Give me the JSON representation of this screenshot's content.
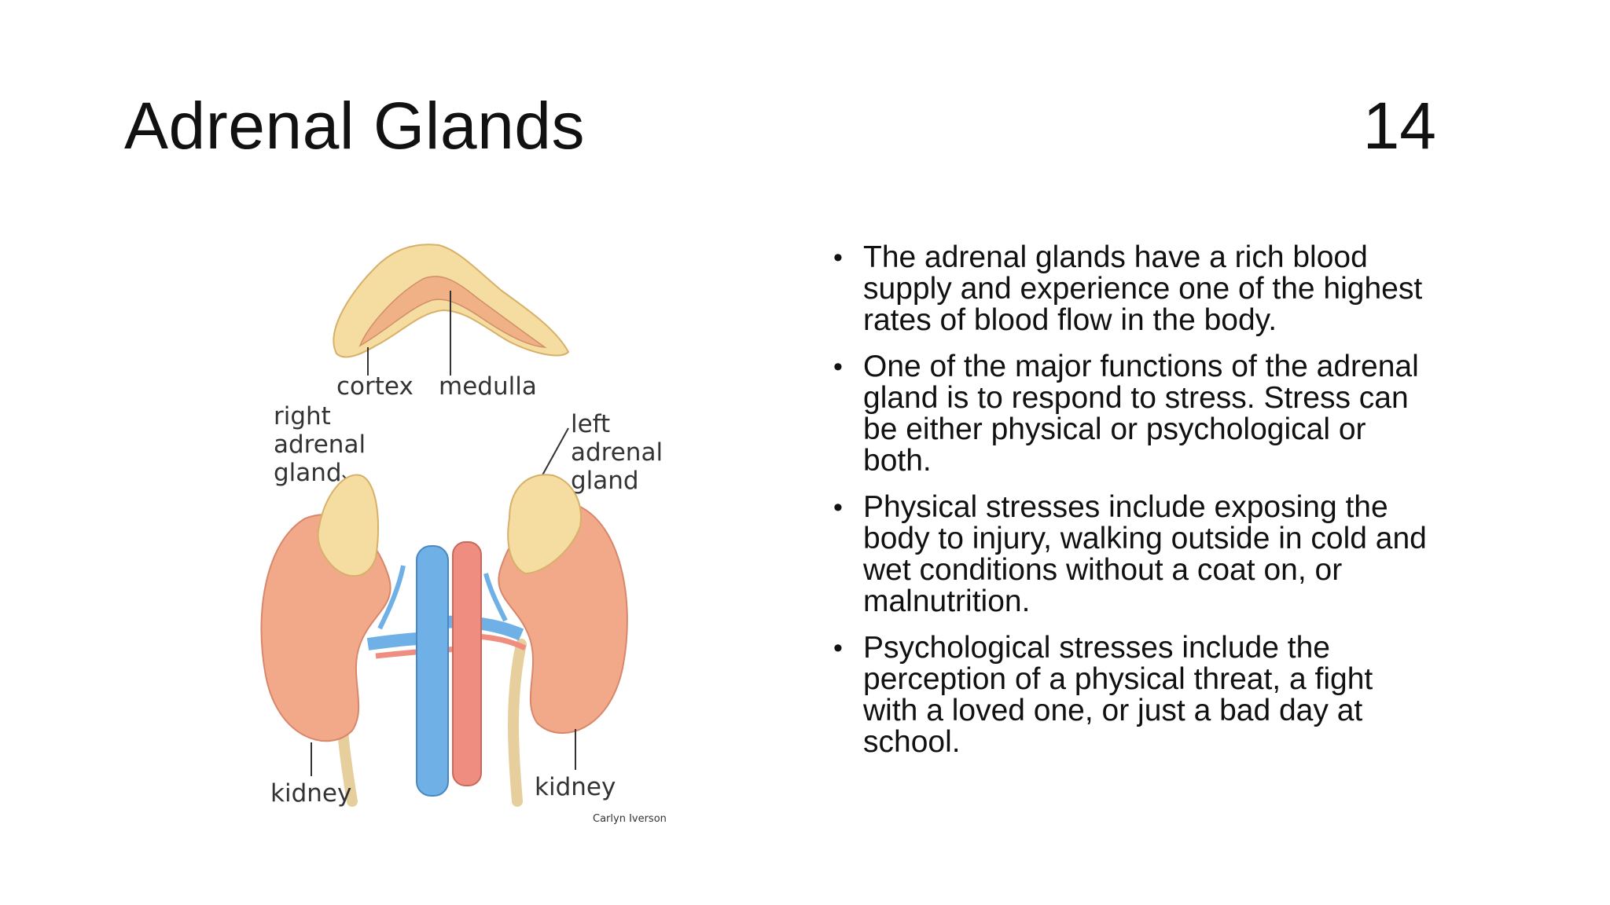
{
  "slide": {
    "title": "Adrenal Glands",
    "number": "14"
  },
  "figure": {
    "labels": {
      "cortex": "cortex",
      "medulla": "medulla",
      "right_line1": "right",
      "right_line2": "adrenal",
      "right_line3": "gland",
      "left_line1": "left",
      "left_line2": "adrenal",
      "left_line3": "gland",
      "kidney_left": "kidney",
      "kidney_right": "kidney"
    },
    "credit": "Carlyn Iverson",
    "colors": {
      "kidney": "#f2a98a",
      "gland": "#f5dca0",
      "vein": "#6fb0e6",
      "artery": "#ef8d80",
      "ureter": "#e6cf9c"
    }
  },
  "bullets": [
    {
      "lines": [
        "The adrenal glands have a rich blood",
        "supply and experience one of the highest",
        "rates of blood flow in the body."
      ]
    },
    {
      "lines": [
        "One of the major functions of the adrenal",
        "gland is to respond to stress. Stress can",
        "be either physical or psychological or",
        "both."
      ]
    },
    {
      "lines": [
        "Physical stresses include exposing the",
        "body to injury, walking outside in cold and",
        "wet conditions without a coat on, or",
        "malnutrition."
      ]
    },
    {
      "lines": [
        "Psychological stresses include the",
        "perception of a physical threat, a fight",
        "with a loved one, or just a bad day at",
        "school."
      ]
    }
  ]
}
